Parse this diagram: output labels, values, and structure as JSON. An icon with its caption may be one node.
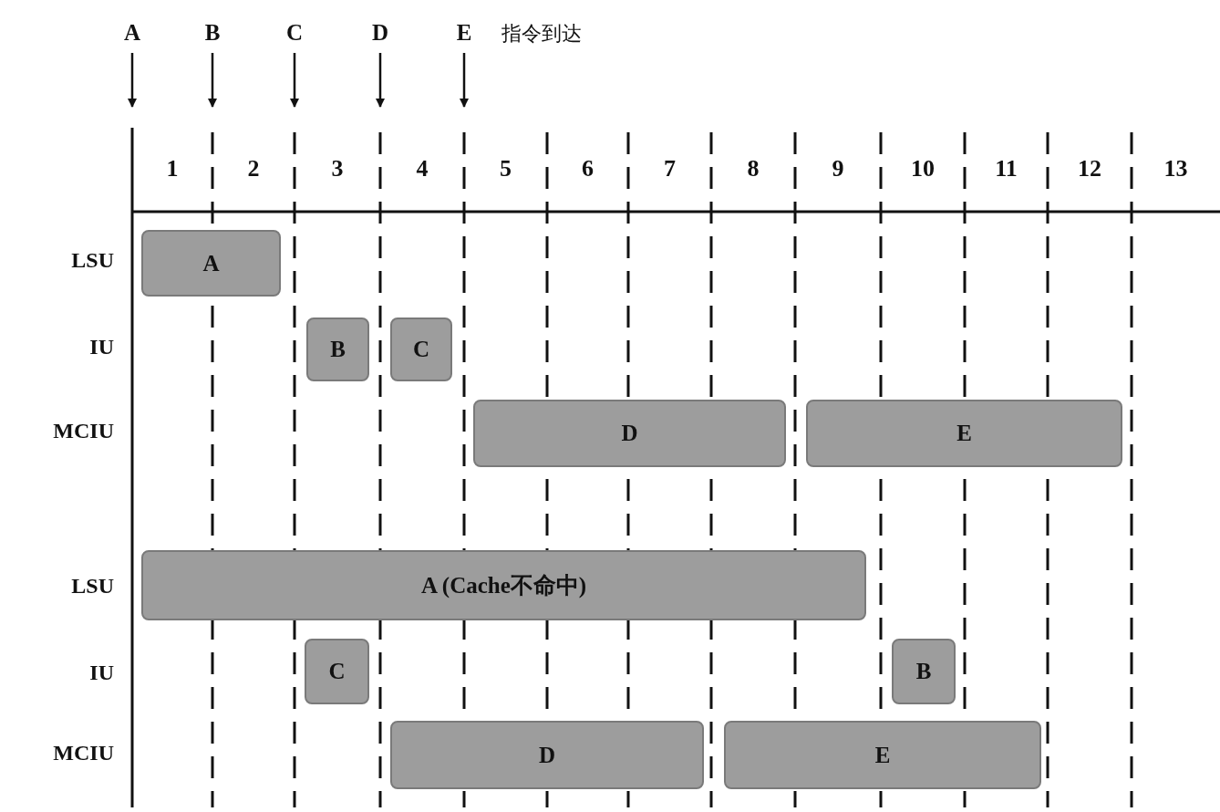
{
  "diagram": {
    "nodes": [
      {
        "text": [
          "A"
        ]
      },
      {
        "text": [
          "B"
        ]
      },
      {
        "text": [
          "C"
        ]
      },
      {
        "text": [
          "D"
        ]
      },
      {
        "text": [
          "E"
        ]
      },
      {
        "text": [
          "A"
        ]
      },
      {
        "text": [
          "B"
        ]
      },
      {
        "text": [
          "C"
        ]
      },
      {
        "text": [
          "D"
        ]
      },
      {
        "text": [
          "E"
        ]
      },
      {
        "text": [
          "A (Cache不命中)"
        ]
      },
      {
        "text": [
          "C"
        ]
      },
      {
        "text": [
          "B"
        ]
      },
      {
        "text": [
          "D"
        ]
      },
      {
        "text": [
          "E"
        ]
      }
    ],
    "edges": [
      {
        "from": 0,
        "to": null,
        "arrow": "to"
      },
      {
        "from": 1,
        "to": null,
        "arrow": "to"
      },
      {
        "from": 2,
        "to": null,
        "arrow": "to"
      },
      {
        "from": 3,
        "to": null,
        "arrow": "to"
      },
      {
        "from": 4,
        "to": null,
        "arrow": "to"
      }
    ],
    "labels": [
      "指令到达",
      "1",
      "2",
      "3",
      "4",
      "5",
      "6",
      "7",
      "8",
      "9",
      "10",
      "11",
      "12",
      "13",
      "LSU",
      "IU",
      "MCIU",
      "LSU",
      "IU",
      "MCIU"
    ]
  }
}
